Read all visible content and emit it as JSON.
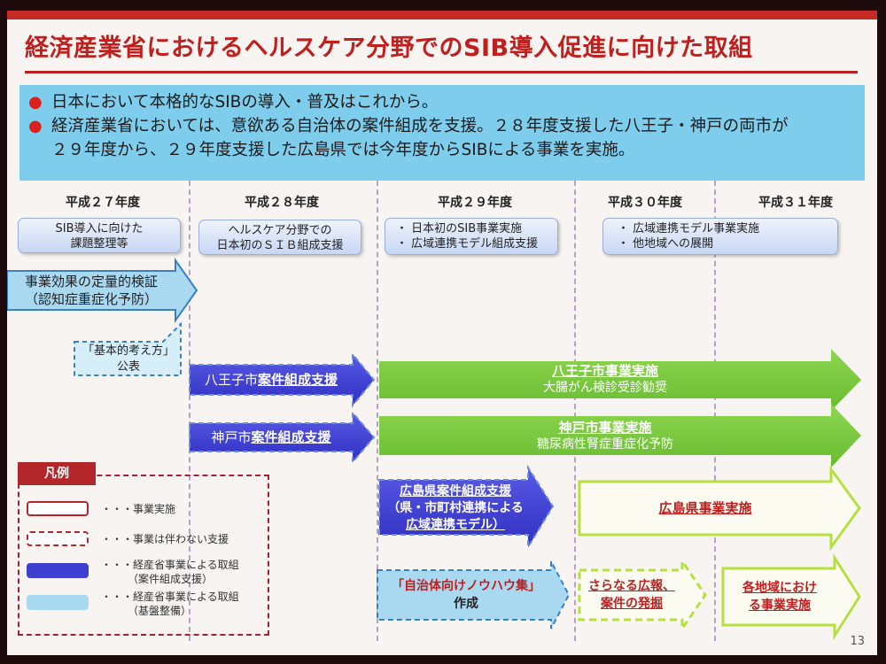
{
  "title": "経済産業省におけるヘルスケア分野でのSIB導入促進に向けた取組",
  "summary": {
    "bullets": [
      {
        "line1": "日本において本格的なSIBの導入・普及はこれから。",
        "line2": ""
      },
      {
        "line1": "経済産業省においては、意欲ある自治体の案件組成を支援。２８年度支援した八王子・神戸の両市が",
        "line2": "２９年度から、２９年度支援した広島県では今年度からSIBによる事業を実施。"
      }
    ]
  },
  "years": [
    "平成２７年度",
    "平成２８年度",
    "平成２９年度",
    "平成３０年度",
    "平成３１年度"
  ],
  "pills": {
    "y27": [
      "SIB導入に向けた",
      "課題整理等"
    ],
    "y28": [
      "ヘルスケア分野での",
      "日本初のＳＩＢ組成支援"
    ],
    "y29": [
      "・ 日本初のSIB事業実施",
      "・ 広域連携モデル組成支援"
    ],
    "y30": [
      "・ 広域連携モデル事業実施",
      "・ 他地域への展開"
    ]
  },
  "arrows": {
    "verification": [
      "事業効果の定量的検証",
      "（認知症重症化予防）"
    ],
    "basic_policy": [
      "「基本的考え方」",
      "公表"
    ],
    "hachioji_support": {
      "prefix": "八王子市",
      "main": "案件組成支援"
    },
    "kobe_support": {
      "prefix": "神戸市",
      "main": "案件組成支援"
    },
    "hachioji_impl": [
      "八王子市事業実施",
      "大腸がん検診受診勧奨"
    ],
    "kobe_impl": [
      "神戸市事業実施",
      "糖尿病性腎症重症化予防"
    ],
    "hiroshima_support": [
      "広島県案件組成支援",
      "（県・市町村連携による",
      "広域連携モデル）"
    ],
    "hiroshima_impl": "広島県事業実施",
    "knowhow": [
      "「自治体向けノウハウ集」",
      "作成"
    ],
    "promotion": [
      "さらなる広報、",
      "案件の発掘"
    ],
    "regional": [
      "各地域におけ",
      "る事業実施"
    ]
  },
  "legend": {
    "title": "凡例",
    "items": [
      {
        "text": "・・・事業実施",
        "sub": ""
      },
      {
        "text": "・・・事業は伴わない支援",
        "sub": ""
      },
      {
        "text": "・・・経産省事業による取組",
        "sub": "（案件組成支援）"
      },
      {
        "text": "・・・経産省事業による取組",
        "sub": "（基盤整備）"
      }
    ]
  },
  "page_number": "13",
  "colors": {
    "accent_red": "#c0201d",
    "summary_bg": "#7fcdec",
    "green": "#7ac943",
    "blue": "#3f3fd1",
    "light_blue": "#a9d9f1",
    "lime_outline": "#b6e040"
  }
}
